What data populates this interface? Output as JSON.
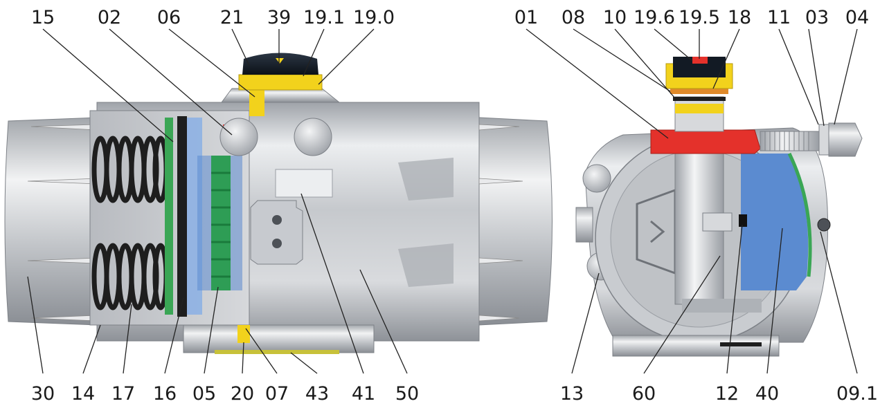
{
  "callouts": {
    "l15": "15",
    "l02": "02",
    "l06": "06",
    "l21": "21",
    "l39": "39",
    "l19_1": "19.1",
    "l19_0": "19.0",
    "l30": "30",
    "l14": "14",
    "l17": "17",
    "l16": "16",
    "l05": "05",
    "l20": "20",
    "l07": "07",
    "l43": "43",
    "l41": "41",
    "l50": "50",
    "r01": "01",
    "r08": "08",
    "r10": "10",
    "r19_6": "19.6",
    "r19_5": "19.5",
    "r18": "18",
    "r11": "11",
    "r03": "03",
    "r04": "04",
    "r13": "13",
    "r60": "60",
    "r12": "12",
    "r40": "40",
    "r09_1": "09.1"
  },
  "colors": {
    "body_silver": "#c3c5c9",
    "spring_black": "#1e1e1e",
    "seal_green": "#3aa655",
    "piston_blue": "#5b8bd0",
    "cap_yellow": "#f2d21c",
    "indicator_red": "#e4312b",
    "dial_black": "#121a24"
  },
  "icons": [
    "actuator-side-section",
    "actuator-end-section"
  ]
}
